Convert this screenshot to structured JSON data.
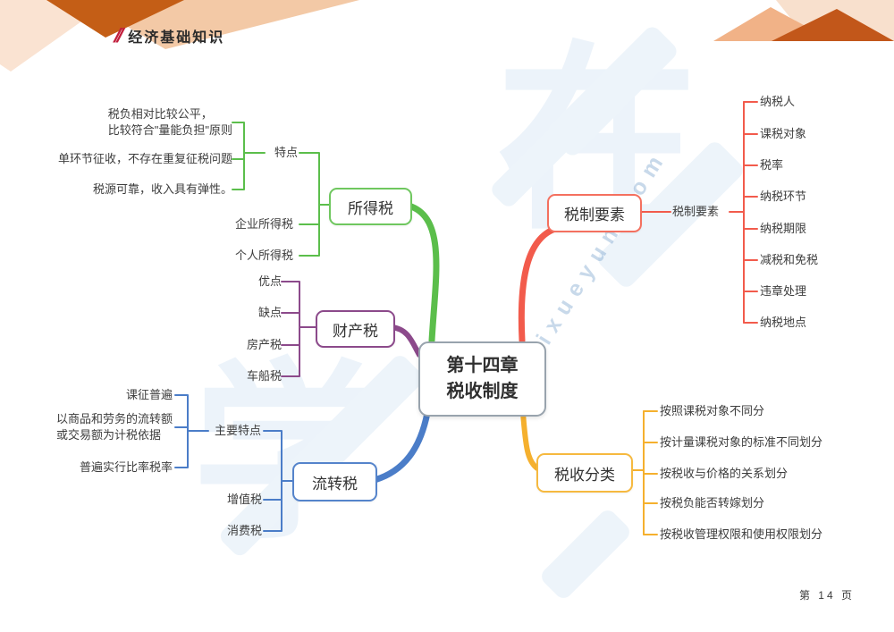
{
  "header": {
    "slashes": "//",
    "title": "经济基础知识"
  },
  "footer": {
    "page": "第 14 页"
  },
  "watermark": {
    "site": ".zaixueyun.com",
    "logo_char1": "在",
    "logo_char2": "学"
  },
  "center": {
    "title": "第十四章\n税收制度"
  },
  "branches": {
    "income_tax": {
      "label": "所得税",
      "feature": {
        "label": "特点",
        "items": [
          "税负相对比较公平，\n比较符合\"量能负担\"原则",
          "单环节征收，不存在重复征税问题",
          "税源可靠，收入具有弹性。"
        ]
      },
      "children": [
        "企业所得税",
        "个人所得税"
      ]
    },
    "property_tax": {
      "label": "财产税",
      "children": [
        "优点",
        "缺点",
        "房产税",
        "车船税"
      ]
    },
    "turnover_tax": {
      "label": "流转税",
      "feature": {
        "label": "主要特点",
        "items": [
          "课征普遍",
          "以商品和劳务的流转额\n或交易额为计税依据",
          "普遍实行比率税率"
        ]
      },
      "children": [
        "增值税",
        "消费税"
      ]
    },
    "tax_elements": {
      "label": "税制要素",
      "subnode": "税制要素",
      "children": [
        "纳税人",
        "课税对象",
        "税率",
        "纳税环节",
        "纳税期限",
        "减税和免税",
        "违章处理",
        "纳税地点"
      ]
    },
    "tax_classification": {
      "label": "税收分类",
      "children": [
        "按照课税对象不同分",
        "按计量课税对象的标准不同划分",
        "按税收与价格的关系划分",
        "按税负能否转嫁划分",
        "按税收管理权限和使用权限划分"
      ]
    }
  },
  "colors": {
    "income_tax": "#5bbe4b",
    "property_tax": "#8c4a8b",
    "turnover_tax": "#4b7dc8",
    "tax_elements": "#f25b4c",
    "tax_classification": "#f5b02e",
    "center_border": "#98a3ad",
    "header_accent": "#c11e3c",
    "decoration_dark": "#c45e16",
    "decoration_light": "#f3c9a6",
    "decoration_pale": "#fae3d2"
  }
}
